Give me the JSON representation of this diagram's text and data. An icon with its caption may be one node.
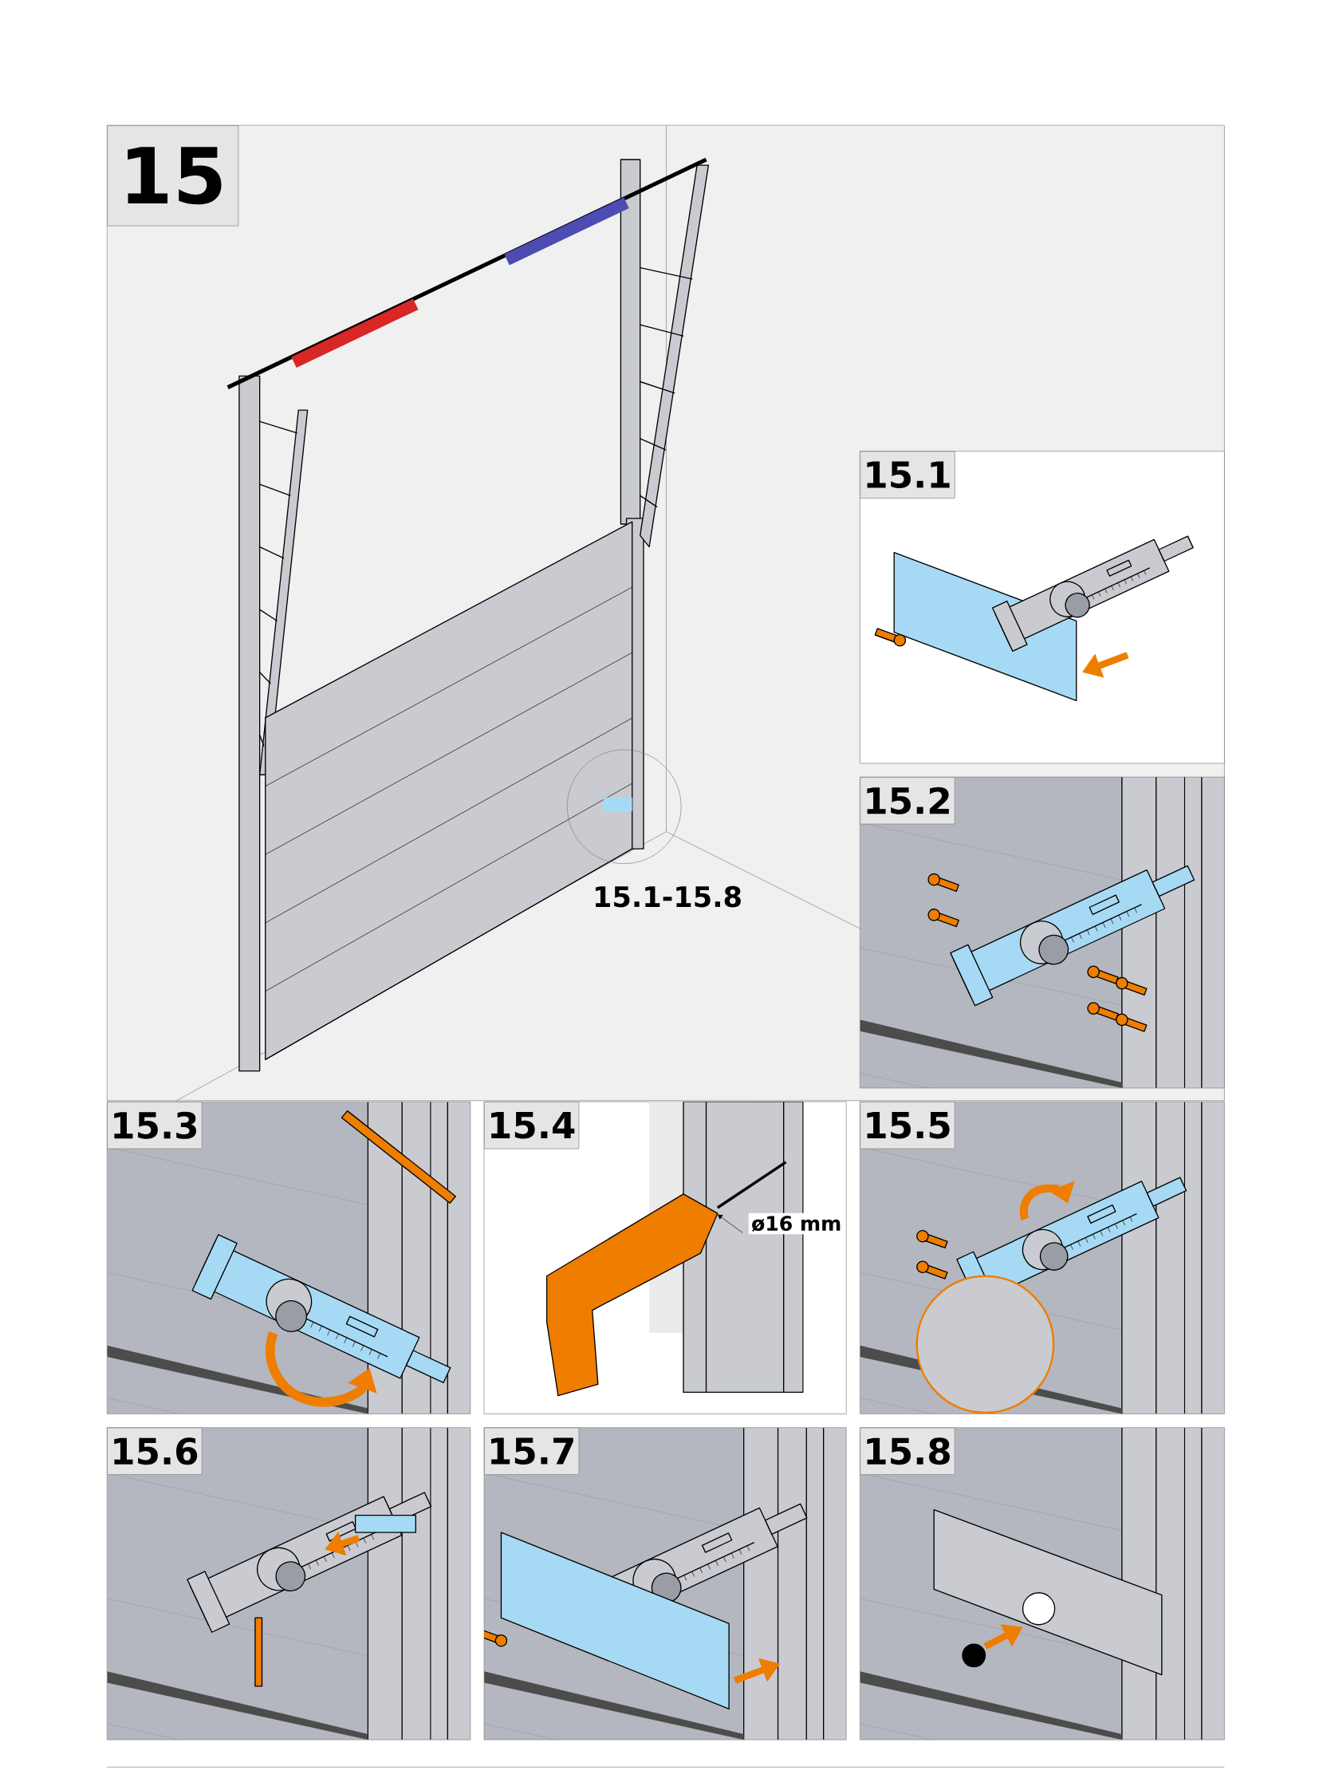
{
  "diagram": {
    "labels": [
      "15",
      "15.1",
      "15.2",
      "15.1-15.8",
      "15.3",
      "15.4",
      "ø16 mm",
      "15.5",
      "15.6",
      "15.7",
      "15.8"
    ]
  }
}
